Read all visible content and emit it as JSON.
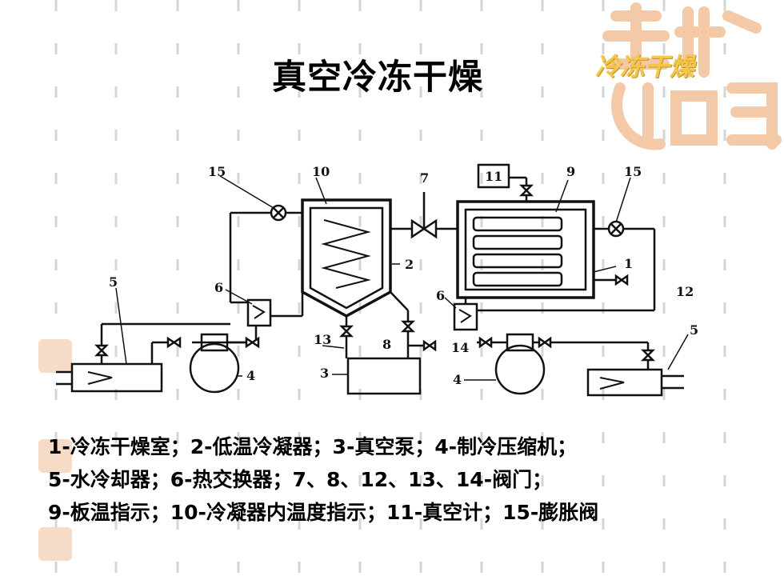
{
  "slide": {
    "title": "真空冷冻干燥",
    "logo_text": "冷冻干燥",
    "accent_color": "#f3c74a",
    "watermark_color": "#f3c9a8"
  },
  "diagram": {
    "labels": {
      "n1": "1",
      "n2": "2",
      "n3": "3",
      "n4_left": "4",
      "n4_right": "4",
      "n5_left": "5",
      "n5_right": "5",
      "n6_left": "6",
      "n6_right": "6",
      "n7": "7",
      "n8": "8",
      "n9": "9",
      "n10": "10",
      "n11": "11",
      "n12": "12",
      "n13": "13",
      "n14": "14",
      "n15_left": "15",
      "n15_right": "15"
    }
  },
  "legend": {
    "line1": "1-冷冻干燥室；2-低温冷凝器；3-真空泵；4-制冷压缩机；",
    "line2": "5-水冷却器；6-热交换器；7、8、12、13、14-阀门；",
    "line3": "9-板温指示；10-冷凝器内温度指示；11-真空计；15-膨胀阀"
  }
}
